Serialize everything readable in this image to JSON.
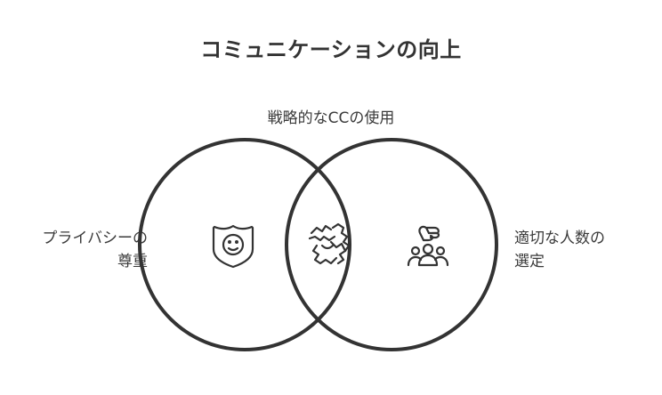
{
  "title": "コミュニケーションの向上",
  "sets": {
    "top": {
      "label": "戦略的なCCの使用",
      "icon": "handshake-icon"
    },
    "left": {
      "label_line1": "プライバシーの",
      "label_line2": "尊重",
      "icon": "privacy-shield-icon"
    },
    "right": {
      "label_line1": "適切な人数の",
      "label_line2": "選定",
      "icon": "group-selection-icon"
    }
  },
  "colors": {
    "stroke": "#333333",
    "text": "#333333",
    "background": "#ffffff"
  }
}
